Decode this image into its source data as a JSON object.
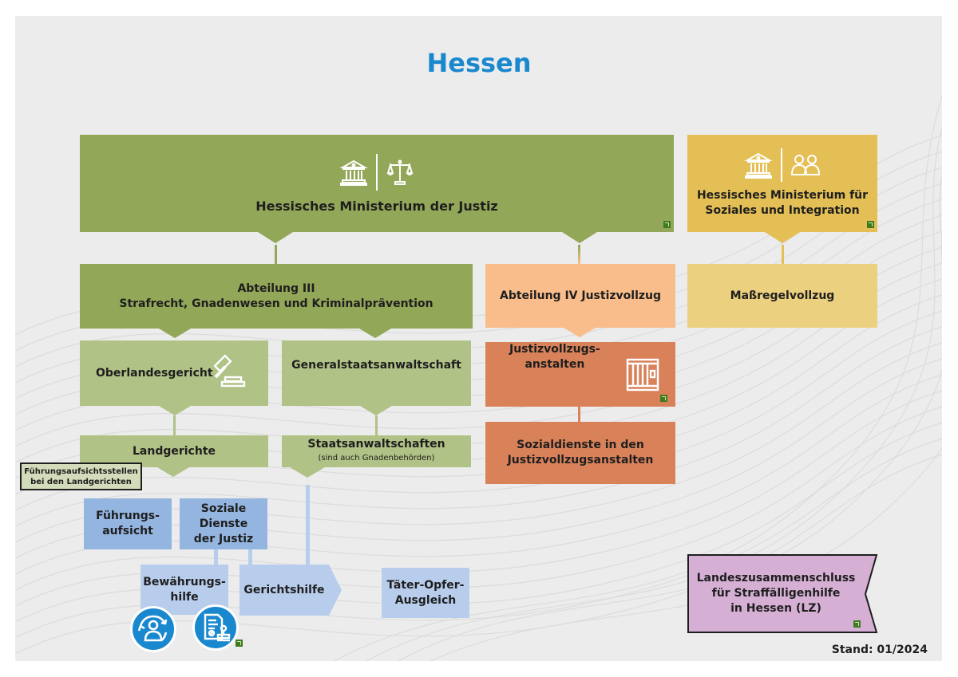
{
  "title": "Hessen",
  "colors": {
    "title_blue": "#1a88cf",
    "olive_dark": "#93a758",
    "olive_light": "#b1c286",
    "gold": "#e3bf55",
    "gold_light": "#ebd07f",
    "orange_light": "#f8bd8a",
    "orange_dark": "#d9825a",
    "blue": "#93b5e0",
    "blue_light": "#b8cdec",
    "purple": "#d6afd4",
    "icon_blue": "#1a88cf",
    "link_green": "#3f7a21"
  },
  "nodes": {
    "ministry_justice": {
      "label": "Hessisches Ministerium der Justiz",
      "icons": [
        "government-building-icon",
        "scales-of-justice-icon"
      ],
      "link_icon": "external-link-icon"
    },
    "ministry_social": {
      "label_line1": "Hessisches Ministerium für",
      "label_line2": "Soziales und Integration",
      "icons": [
        "government-building-icon",
        "people-icon"
      ],
      "link_icon": "external-link-icon"
    },
    "abteilung3": {
      "label_line1": "Abteilung III",
      "label_line2": "Strafrecht, Gnadenwesen und Kriminalprävention"
    },
    "abteilung4": {
      "label": "Abteilung IV Justizvollzug"
    },
    "massregelvollzug": {
      "label": "Maßregelvollzug"
    },
    "oberlandesgericht": {
      "label": "Oberlandesgericht",
      "icon": "gavel-icon"
    },
    "generalstaatsanwaltschaft": {
      "label": "Generalstaatsanwaltschaft"
    },
    "justizvollzugsanstalten": {
      "label_line1": "Justizvollzugs-",
      "label_line2": "anstalten",
      "icon": "prison-cell-icon",
      "link_icon": "external-link-icon"
    },
    "landgerichte": {
      "label": "Landgerichte"
    },
    "staatsanwaltschaften": {
      "label": "Staatsanwaltschaften",
      "note": "(sind auch Gnadenbehörden)"
    },
    "sozialdienste_jva": {
      "label_line1": "Sozialdienste in den",
      "label_line2": "Justizvollzugsanstalten"
    },
    "fa_stellen": {
      "label_line1": "Führungsaufsichtsstellen",
      "label_line2": "bei den Landgerichten"
    },
    "fuehrungsaufsicht": {
      "label_line1": "Führungs-",
      "label_line2": "aufsicht"
    },
    "soziale_dienste": {
      "label_line1": "Soziale Dienste",
      "label_line2": "der Justiz"
    },
    "bewaehrungshilfe": {
      "label_line1": "Bewährungs-",
      "label_line2": "hilfe",
      "icons": [
        "person-cycle-icon",
        "document-stamp-icon"
      ],
      "link_icon": "external-link-icon"
    },
    "gerichtshilfe": {
      "label": "Gerichtshilfe"
    },
    "toa": {
      "label_line1": "Täter-Opfer-",
      "label_line2": "Ausgleich"
    },
    "lz": {
      "label_line1": "Landeszusammenschluss",
      "label_line2": "für Straffälligenhilfe",
      "label_line3": "in Hessen (LZ)",
      "link_icon": "external-link-icon"
    }
  },
  "footer": {
    "stand": "Stand: 01/2024"
  }
}
